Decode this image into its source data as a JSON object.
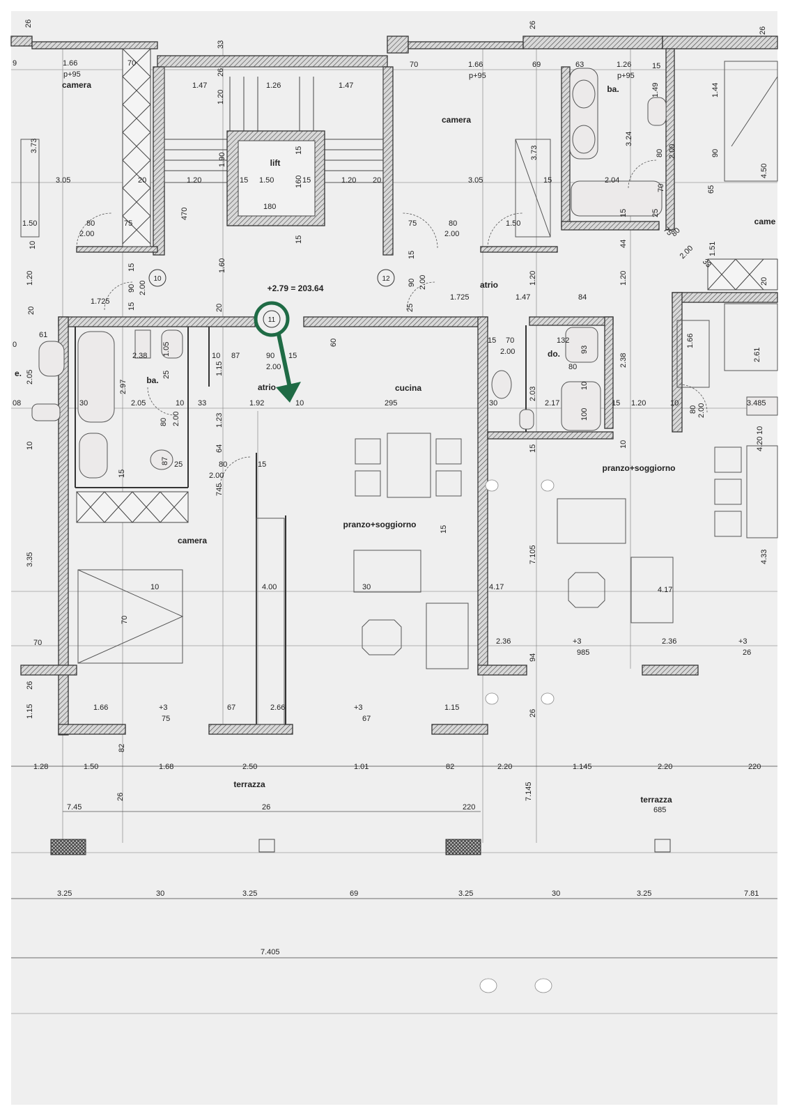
{
  "plan": {
    "elevation_note": "+2.79 = 203.64",
    "marker_circled": "11",
    "marker_left": "10",
    "marker_right": "12",
    "colors": {
      "paper": "#efefef",
      "ink": "#333333",
      "annotation": "#1f6b45"
    }
  },
  "rooms": [
    {
      "key": "camera_tl",
      "label": "camera"
    },
    {
      "key": "camera_tr",
      "label": "camera"
    },
    {
      "key": "lift",
      "label": "lift"
    },
    {
      "key": "bagno_tr",
      "label": "ba."
    },
    {
      "key": "camera_far_right",
      "label": "came"
    },
    {
      "key": "atrio_top_right",
      "label": "atrio"
    },
    {
      "key": "atrio_center",
      "label": "atrio"
    },
    {
      "key": "cucina",
      "label": "cucina"
    },
    {
      "key": "bagno_left",
      "label": "ba."
    },
    {
      "key": "doccia",
      "label": "do."
    },
    {
      "key": "pranzo_center",
      "label": "pranzo+soggiorno"
    },
    {
      "key": "pranzo_right",
      "label": "pranzo+soggiorno"
    },
    {
      "key": "camera_bottom",
      "label": "camera"
    },
    {
      "key": "terrazza_left",
      "label": "terrazza"
    },
    {
      "key": "terrazza_right",
      "label": "terrazza"
    },
    {
      "key": "left_cut",
      "label": "e."
    }
  ],
  "dimensions": [
    "26",
    "26",
    "26",
    "9",
    "1.66",
    "p+95",
    "70",
    "33",
    "70",
    "1.66",
    "p+95",
    "69",
    "63",
    "1.26",
    "p+95",
    "15",
    "1.47",
    "26",
    "1.26",
    "1.47",
    "1.20",
    "1.49",
    "1.44",
    "3.73",
    "1.90",
    "15",
    "3.73",
    "3.24",
    "80",
    "2.00",
    "90",
    "4.50",
    "3.05",
    "20",
    "1.20",
    "15",
    "1.50",
    "160",
    "15",
    "1.20",
    "20",
    "3.05",
    "15",
    "2.04",
    "70",
    "65",
    "180",
    "470",
    "1.50",
    "80",
    "2.00",
    "75",
    "75",
    "80",
    "2.00",
    "1.50",
    "15",
    "25",
    "75",
    "80",
    "2.00",
    "1.51",
    "33",
    "15",
    "10",
    "15",
    "44",
    "1.20",
    "15",
    "90",
    "2.00",
    "1.60",
    "90",
    "2.00",
    "1.20",
    "20",
    "1.20",
    "1.725",
    "1.725",
    "1.47",
    "84",
    "15",
    "25",
    "20",
    "20",
    "61",
    "0",
    "2.05",
    "2.38",
    "1.05",
    "10",
    "87",
    "90",
    "15",
    "60",
    "15",
    "70",
    "2.00",
    "132",
    "93",
    "2.38",
    "1.66",
    "2.61",
    "2.97",
    "25",
    "1.15",
    "2.00",
    "80",
    "10",
    "2.03",
    "08",
    "30",
    "2.05",
    "10",
    "33",
    "1.92",
    "10",
    "295",
    "30",
    "2.17",
    "100",
    "15",
    "1.20",
    "10",
    "80",
    "2.00",
    "3.485",
    "10",
    "80",
    "2.00",
    "1.23",
    "10",
    "87",
    "25",
    "80",
    "15",
    "2.00",
    "15",
    "64",
    "745",
    "15",
    "15",
    "10",
    "4.20",
    "3.35",
    "10",
    "4.00",
    "30",
    "4.17",
    "7.105",
    "4.17",
    "4.33",
    "70",
    "70",
    "2.36",
    "+3",
    "985",
    "2.36",
    "+3",
    "26",
    "26",
    "94",
    "1.66",
    "+3",
    "75",
    "67",
    "2.66",
    "+3",
    "67",
    "1.15",
    "1.15",
    "26",
    "82",
    "1.28",
    "1.50",
    "1.68",
    "2.50",
    "1.01",
    "82",
    "2.20",
    "1.145",
    "2.20",
    "220",
    "26",
    "7.45",
    "26",
    "220",
    "7.145",
    "685",
    "3.25",
    "30",
    "3.25",
    "69",
    "3.25",
    "30",
    "3.25",
    "7.81",
    "7.405"
  ]
}
